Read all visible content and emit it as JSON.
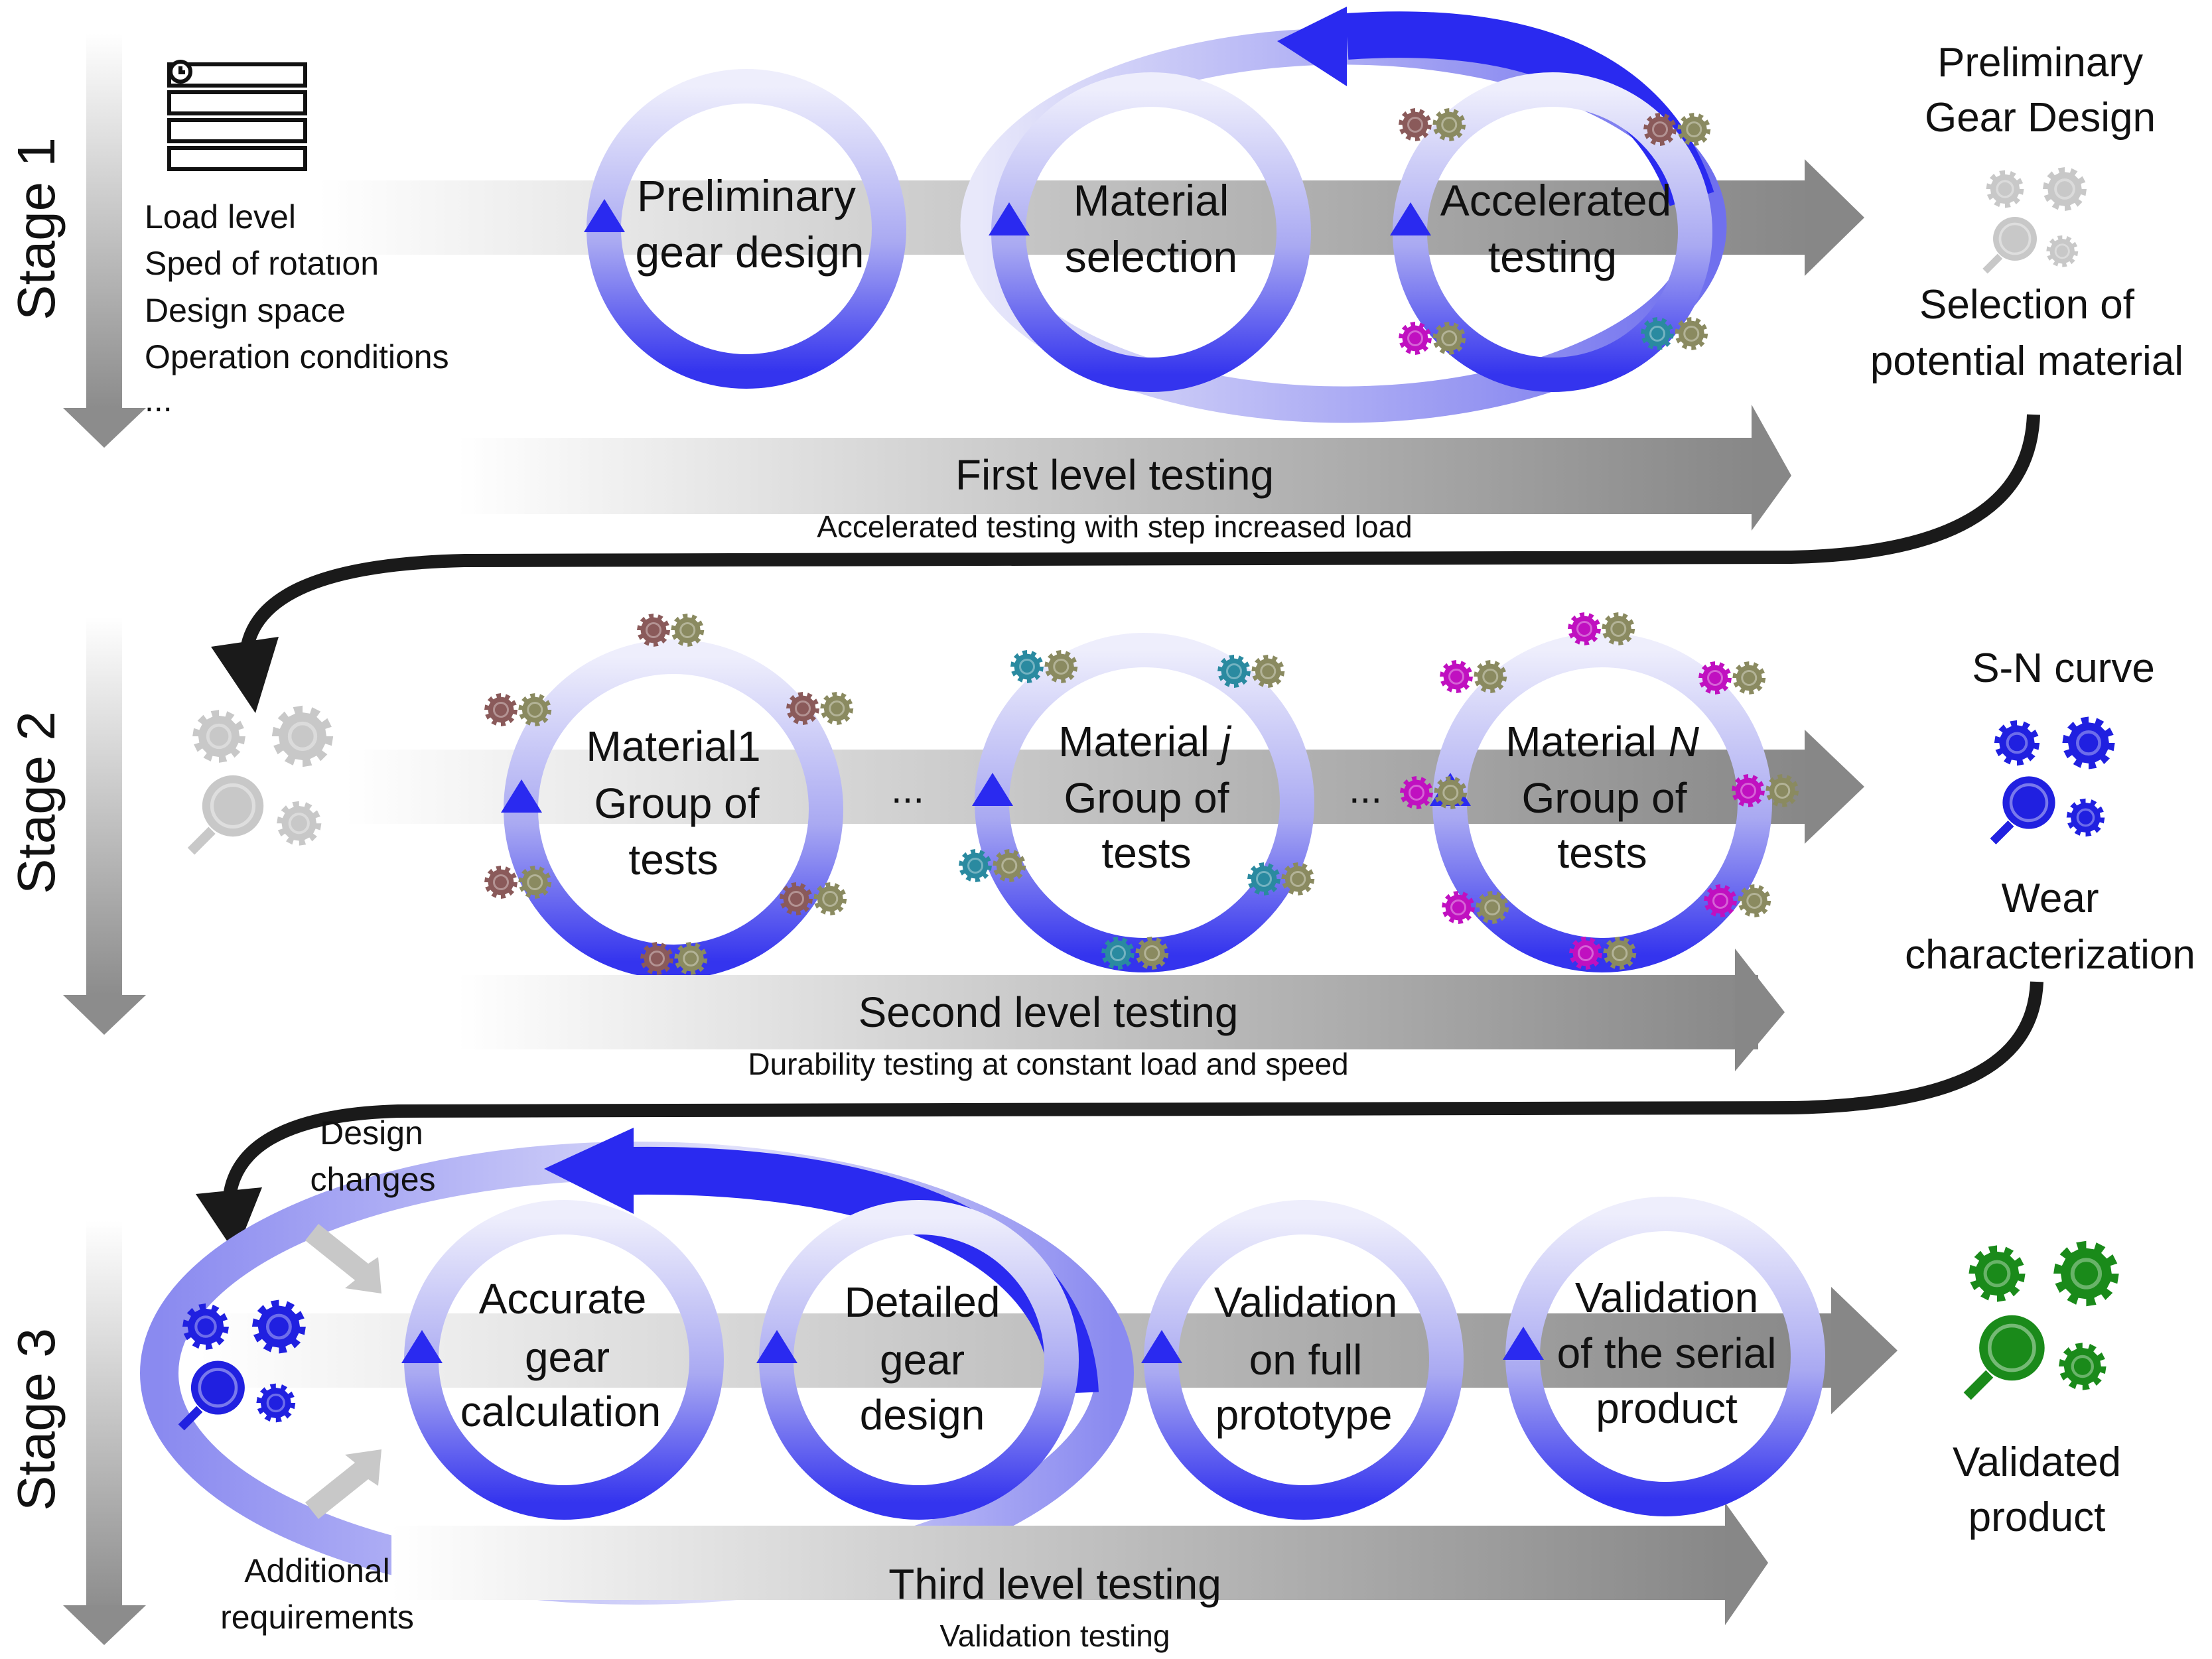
{
  "stage1": {
    "label": "Stage 1",
    "inputs": [
      "Load level",
      "Sped of rotation",
      "Design space",
      "Operation conditions",
      "..."
    ],
    "circles": [
      [
        "Preliminary",
        "gear design"
      ],
      [
        "Material",
        "selection"
      ],
      [
        "Accelerated",
        "testing"
      ]
    ],
    "testing_title": "First level testing",
    "testing_subtitle": "Accelerated testing with step increased load",
    "output_top": [
      "Preliminary",
      "Gear Design"
    ],
    "output_bottom": [
      "Selection of",
      "potential material"
    ]
  },
  "stage2": {
    "label": "Stage 2",
    "circles": [
      {
        "name": "Material1",
        "italic": "",
        "rest": [
          "Group of",
          "tests"
        ]
      },
      {
        "name": "Material ",
        "italic": "j",
        "rest": [
          "Group of",
          "tests"
        ]
      },
      {
        "name": "Material ",
        "italic": "N",
        "rest": [
          "Group of",
          "tests"
        ]
      }
    ],
    "ellipsis": "...",
    "testing_title": "Second level testing",
    "testing_subtitle": "Durability testing at constant load and speed",
    "output_top": [
      "S-N curve"
    ],
    "output_bottom": [
      "Wear",
      "characterization"
    ]
  },
  "stage3": {
    "label": "Stage 3",
    "design_changes": [
      "Design",
      "changes"
    ],
    "additional_requirements": [
      "Additional",
      "requirements"
    ],
    "circles": [
      [
        "Accurate",
        "gear",
        "calculation"
      ],
      [
        "Detailed",
        "gear",
        "design"
      ],
      [
        "Validation",
        "on full",
        "prototype"
      ],
      [
        "Validation",
        "of the serial",
        "product"
      ]
    ],
    "testing_title": "Third level testing",
    "testing_subtitle": "Validation testing",
    "output": [
      "Validated",
      "product"
    ]
  },
  "colors": {
    "blue": "#2a2af0",
    "ring_light": "#dcdcf8",
    "gray_arrow": "#8a8a8a",
    "gear_gray": "#c8c8c8",
    "gear_brown": "#8a5a5a",
    "gear_olive": "#8a8a60",
    "gear_teal": "#2a8aa0",
    "gear_magenta": "#c010c0",
    "gear_green": "#1a8a1a",
    "gear_blue": "#2020e0"
  }
}
